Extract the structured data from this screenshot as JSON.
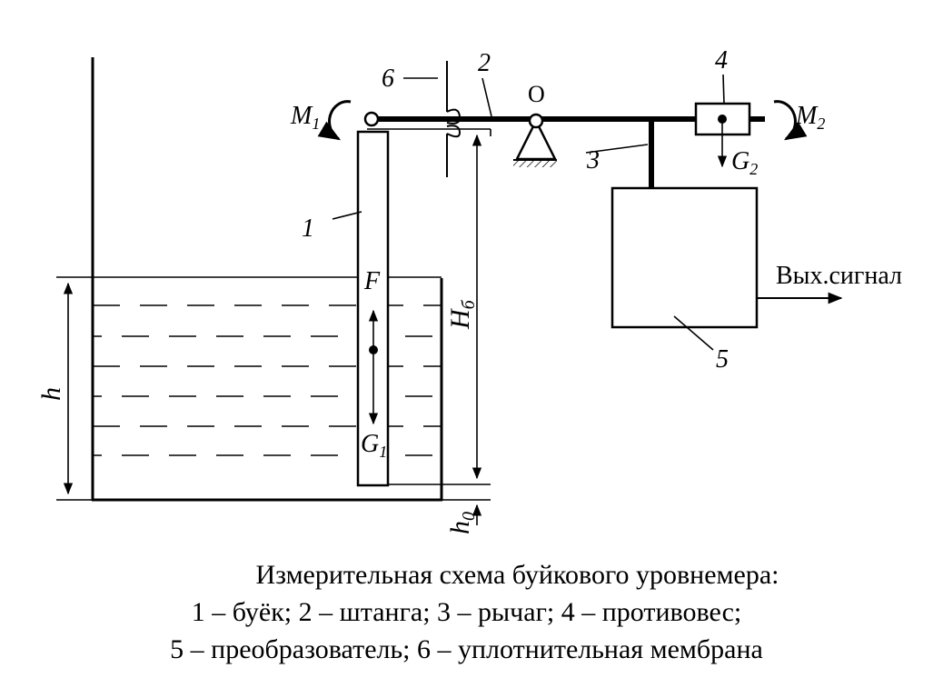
{
  "labels": {
    "float": "1",
    "rod": "2",
    "lever": "3",
    "counterweight": "4",
    "converter": "5",
    "membrane": "6",
    "pivot": "O",
    "m1": "M",
    "m1_sub": "1",
    "m2": "M",
    "m2_sub": "2",
    "g1": "G",
    "g1_sub": "1",
    "g2": "G",
    "g2_sub": "2",
    "buoyancy": "F",
    "level_h": "h",
    "float_height": "H",
    "float_height_sub": "б",
    "offset_h0": "h",
    "offset_h0_sub": "0",
    "output": "Вых.сигнал"
  },
  "caption": {
    "title": "Измерительная схема буйкового уровнемера:",
    "line1": "1 – буёк; 2 – штанга; 3 – рычаг; 4 – противовес;",
    "line2": "5 – преобразователь; 6 – уплотнительная мембрана"
  }
}
